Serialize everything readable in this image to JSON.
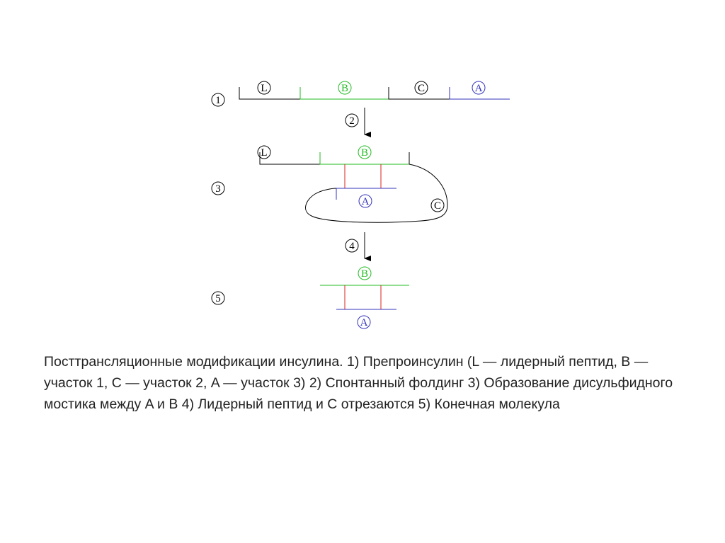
{
  "diagram": {
    "step_labels": [
      "1",
      "2",
      "3",
      "4",
      "5"
    ],
    "segment_labels": {
      "L": "L",
      "B": "B",
      "C": "C",
      "A": "A"
    },
    "colors": {
      "L": "#000000",
      "B": "#22bb22",
      "C": "#000000",
      "A": "#3333bb",
      "disulfide": "#dd2222"
    }
  },
  "caption": "Посттрансляционные модификации инсулина. 1) Препроинсулин (L — лидерный пептид, B — участок 1, C — участок 2, A — участок 3) 2) Спонтанный фолдинг 3) Образование дисульфидного мостика между A и B 4) Лидерный пептид и C отрезаются 5) Конечная молекула"
}
